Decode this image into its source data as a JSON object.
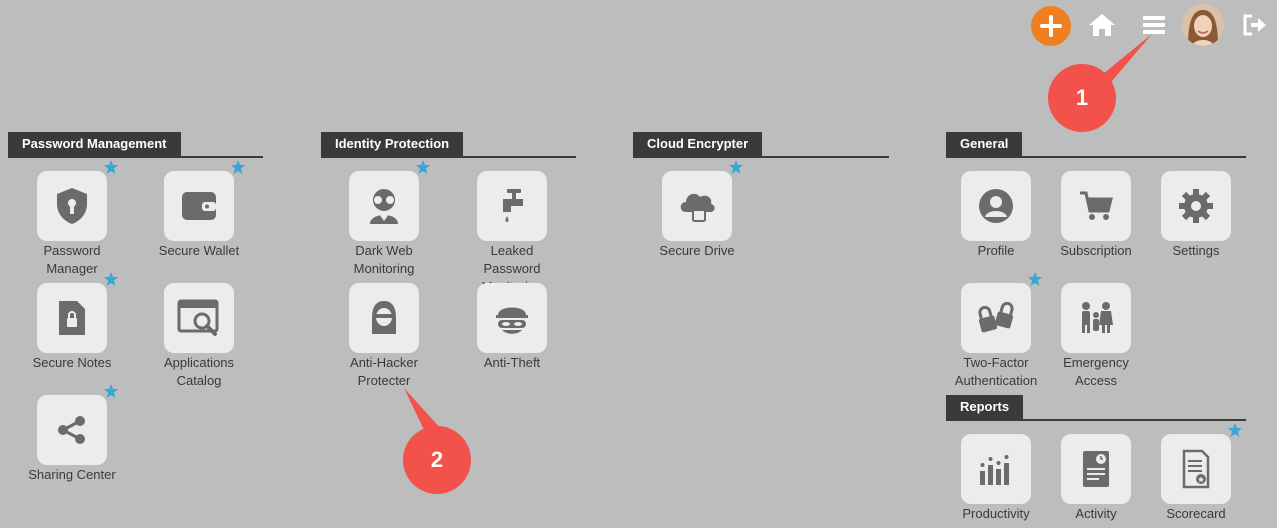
{
  "topbar": {
    "add": "plus-icon",
    "home": "home-icon",
    "menu": "menu-icon",
    "avatar": "user-avatar",
    "logout": "logout-icon"
  },
  "colors": {
    "background": "#bdbdbd",
    "header": "#3a3a3a",
    "tile": "#ececec",
    "icon": "#6b6b6b",
    "star": "#3aa6d8",
    "add_button": "#f07f1f",
    "callout": "#f2524a"
  },
  "sections": {
    "password": {
      "title": "Password Management",
      "tiles": [
        {
          "label": "Password Manager",
          "icon": "shield-lock-icon",
          "starred": true
        },
        {
          "label": "Secure Wallet",
          "icon": "wallet-icon",
          "starred": true
        },
        {
          "label": "Secure Notes",
          "icon": "note-lock-icon",
          "starred": true
        },
        {
          "label": "Applications Catalog",
          "icon": "app-search-icon",
          "starred": false
        },
        {
          "label": "Sharing Center",
          "icon": "share-icon",
          "starred": true
        }
      ]
    },
    "identity": {
      "title": "Identity Protection",
      "tiles": [
        {
          "label": "Dark Web Monitoring",
          "icon": "spy-icon",
          "starred": true
        },
        {
          "label": "Leaked Password Monitoring",
          "icon": "faucet-icon",
          "starred": false
        },
        {
          "label": "Anti-Hacker Protecter",
          "icon": "hacker-icon",
          "starred": false
        },
        {
          "label": "Anti-Theft",
          "icon": "thief-mask-icon",
          "starred": false
        }
      ]
    },
    "cloud": {
      "title": "Cloud Encrypter",
      "tiles": [
        {
          "label": "Secure Drive",
          "icon": "cloud-lock-icon",
          "starred": true
        }
      ]
    },
    "general": {
      "title": "General",
      "tiles": [
        {
          "label": "Profile",
          "icon": "user-circle-icon",
          "starred": false
        },
        {
          "label": "Subscription",
          "icon": "cart-icon",
          "starred": false
        },
        {
          "label": "Settings",
          "icon": "gear-icon",
          "starred": false
        },
        {
          "label": "Two-Factor Authentication",
          "icon": "two-locks-icon",
          "starred": true
        },
        {
          "label": "Emergency Access",
          "icon": "family-icon",
          "starred": false
        }
      ]
    },
    "reports": {
      "title": "Reports",
      "tiles": [
        {
          "label": "Productivity",
          "icon": "bar-chart-icon",
          "starred": false
        },
        {
          "label": "Activity",
          "icon": "activity-report-icon",
          "starred": false
        },
        {
          "label": "Scorecard",
          "icon": "scorecard-icon",
          "starred": true
        }
      ]
    }
  },
  "callouts": [
    "1",
    "2"
  ]
}
